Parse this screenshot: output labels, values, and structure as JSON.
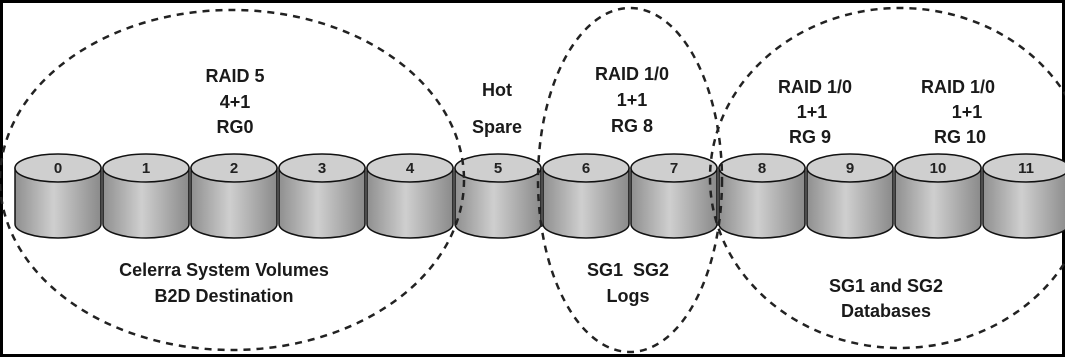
{
  "disks": [
    "0",
    "1",
    "2",
    "3",
    "4",
    "5",
    "6",
    "7",
    "8",
    "9",
    "10",
    "11"
  ],
  "groups": [
    {
      "id": "rg0",
      "top": [
        "RAID 5",
        "4+1",
        "RG0"
      ],
      "bottom": [
        "Celerra System Volumes",
        "B2D Destination"
      ]
    },
    {
      "id": "hotspare",
      "top": [
        "Hot",
        "Spare"
      ]
    },
    {
      "id": "rg8",
      "top": [
        "RAID 1/0",
        "1+1",
        "RG 8"
      ],
      "bottom": [
        "SG1  SG2",
        "Logs"
      ]
    },
    {
      "id": "rg9",
      "top": [
        "RAID 1/0",
        "1+1",
        "RG 9"
      ]
    },
    {
      "id": "rg10",
      "top": [
        "RAID 1/0",
        "1+1",
        "RG 10"
      ]
    },
    {
      "id": "databases",
      "bottom": [
        "SG1 and SG2",
        "Databases"
      ]
    }
  ],
  "colors": {
    "disk_top": "#cfcfcf",
    "disk_body": "#a8a8a8",
    "disk_stroke": "#111111",
    "dashed": "#222222"
  }
}
